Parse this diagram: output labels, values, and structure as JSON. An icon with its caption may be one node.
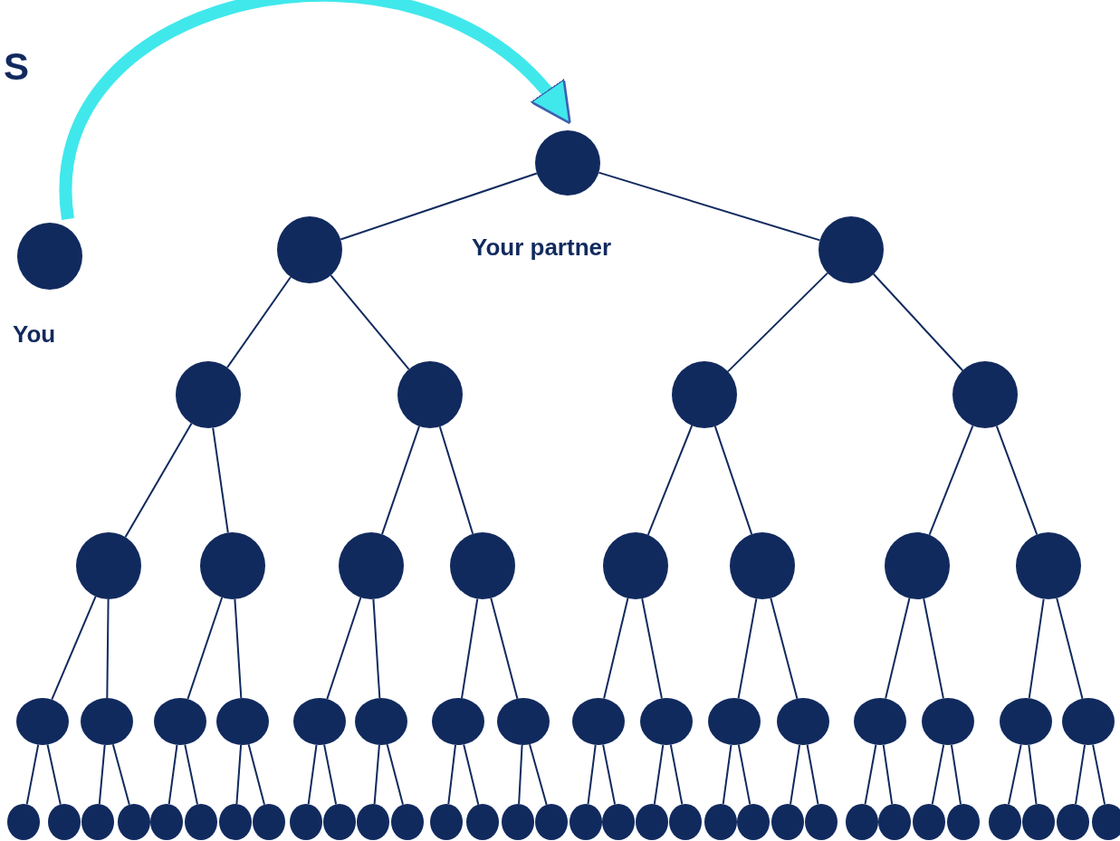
{
  "diagram": {
    "nodes": [
      {
        "text": [],
        "shape": "circle",
        "beside": [
          "Your partner"
        ]
      },
      {
        "text": [],
        "shape": "circle",
        "beside": [
          "You"
        ]
      },
      {
        "text": [],
        "shape": "circle"
      },
      {
        "text": [],
        "shape": "circle"
      },
      {
        "text": [],
        "shape": "circle"
      },
      {
        "text": [],
        "shape": "circle"
      },
      {
        "text": [],
        "shape": "circle"
      },
      {
        "text": [],
        "shape": "circle"
      },
      {
        "text": [],
        "shape": "circle"
      },
      {
        "text": [],
        "shape": "circle"
      },
      {
        "text": [],
        "shape": "circle"
      },
      {
        "text": [],
        "shape": "circle"
      },
      {
        "text": [],
        "shape": "circle"
      },
      {
        "text": [],
        "shape": "circle"
      },
      {
        "text": [],
        "shape": "circle"
      },
      {
        "text": [],
        "shape": "circle"
      },
      {
        "text": [],
        "shape": "circle"
      },
      {
        "text": [],
        "shape": "circle"
      },
      {
        "text": [],
        "shape": "circle"
      },
      {
        "text": [],
        "shape": "circle"
      },
      {
        "text": [],
        "shape": "circle"
      },
      {
        "text": [],
        "shape": "circle"
      },
      {
        "text": [],
        "shape": "circle"
      },
      {
        "text": [],
        "shape": "circle"
      },
      {
        "text": [],
        "shape": "circle"
      },
      {
        "text": [],
        "shape": "circle"
      },
      {
        "text": [],
        "shape": "circle"
      },
      {
        "text": [],
        "shape": "circle"
      },
      {
        "text": [],
        "shape": "circle"
      },
      {
        "text": [],
        "shape": "circle"
      },
      {
        "text": [],
        "shape": "circle"
      },
      {
        "text": [],
        "shape": "circle"
      },
      {
        "text": [],
        "shape": "circle"
      },
      {
        "text": [],
        "shape": "circle"
      },
      {
        "text": [],
        "shape": "circle"
      },
      {
        "text": [],
        "shape": "circle"
      },
      {
        "text": [],
        "shape": "circle"
      },
      {
        "text": [],
        "shape": "circle"
      },
      {
        "text": [],
        "shape": "circle"
      },
      {
        "text": [],
        "shape": "circle"
      },
      {
        "text": [],
        "shape": "circle"
      },
      {
        "text": [],
        "shape": "circle"
      },
      {
        "text": [],
        "shape": "circle"
      },
      {
        "text": [],
        "shape": "circle"
      },
      {
        "text": [],
        "shape": "circle"
      },
      {
        "text": [],
        "shape": "circle"
      },
      {
        "text": [],
        "shape": "circle"
      },
      {
        "text": [],
        "shape": "circle"
      },
      {
        "text": [],
        "shape": "circle"
      },
      {
        "text": [],
        "shape": "circle"
      },
      {
        "text": [],
        "shape": "circle"
      },
      {
        "text": [],
        "shape": "circle"
      },
      {
        "text": [],
        "shape": "circle"
      },
      {
        "text": [],
        "shape": "circle"
      },
      {
        "text": [],
        "shape": "circle"
      },
      {
        "text": [],
        "shape": "circle"
      },
      {
        "text": [],
        "shape": "circle"
      },
      {
        "text": [],
        "shape": "circle"
      },
      {
        "text": [],
        "shape": "circle"
      },
      {
        "text": [],
        "shape": "circle"
      },
      {
        "text": [],
        "shape": "circle"
      },
      {
        "text": [],
        "shape": "circle"
      },
      {
        "text": [],
        "shape": "circle"
      },
      {
        "text": [],
        "shape": "circle"
      }
    ],
    "edges": [
      {
        "from": 1,
        "to": 0,
        "arrow": "to",
        "style": "thick",
        "color": "#40e8ec"
      },
      {
        "from": 0,
        "to": 2,
        "arrow": "none"
      },
      {
        "from": 0,
        "to": 3,
        "arrow": "none"
      },
      {
        "from": 2,
        "to": 4,
        "arrow": "none"
      },
      {
        "from": 2,
        "to": 5,
        "arrow": "none"
      },
      {
        "from": 3,
        "to": 6,
        "arrow": "none"
      },
      {
        "from": 3,
        "to": 7,
        "arrow": "none"
      },
      {
        "from": 4,
        "to": 8,
        "arrow": "none"
      },
      {
        "from": 4,
        "to": 9,
        "arrow": "none"
      },
      {
        "from": 5,
        "to": 10,
        "arrow": "none"
      },
      {
        "from": 5,
        "to": 11,
        "arrow": "none"
      },
      {
        "from": 6,
        "to": 12,
        "arrow": "none"
      },
      {
        "from": 6,
        "to": 13,
        "arrow": "none"
      },
      {
        "from": 7,
        "to": 14,
        "arrow": "none"
      },
      {
        "from": 7,
        "to": 15,
        "arrow": "none"
      },
      {
        "from": 8,
        "to": 16,
        "arrow": "none"
      },
      {
        "from": 8,
        "to": 17,
        "arrow": "none"
      },
      {
        "from": 9,
        "to": 18,
        "arrow": "none"
      },
      {
        "from": 9,
        "to": 19,
        "arrow": "none"
      },
      {
        "from": 10,
        "to": 20,
        "arrow": "none"
      },
      {
        "from": 10,
        "to": 21,
        "arrow": "none"
      },
      {
        "from": 11,
        "to": 22,
        "arrow": "none"
      },
      {
        "from": 11,
        "to": 23,
        "arrow": "none"
      },
      {
        "from": 12,
        "to": 24,
        "arrow": "none"
      },
      {
        "from": 12,
        "to": 25,
        "arrow": "none"
      },
      {
        "from": 13,
        "to": 26,
        "arrow": "none"
      },
      {
        "from": 13,
        "to": 27,
        "arrow": "none"
      },
      {
        "from": 14,
        "to": 28,
        "arrow": "none"
      },
      {
        "from": 14,
        "to": 29,
        "arrow": "none"
      },
      {
        "from": 15,
        "to": 30,
        "arrow": "none"
      },
      {
        "from": 15,
        "to": 31,
        "arrow": "none"
      },
      {
        "from": 16,
        "to": 32,
        "arrow": "none"
      },
      {
        "from": 16,
        "to": 33,
        "arrow": "none"
      },
      {
        "from": 17,
        "to": 34,
        "arrow": "none"
      },
      {
        "from": 17,
        "to": 35,
        "arrow": "none"
      },
      {
        "from": 18,
        "to": 36,
        "arrow": "none"
      },
      {
        "from": 18,
        "to": 37,
        "arrow": "none"
      },
      {
        "from": 19,
        "to": 38,
        "arrow": "none"
      },
      {
        "from": 19,
        "to": 39,
        "arrow": "none"
      },
      {
        "from": 20,
        "to": 40,
        "arrow": "none"
      },
      {
        "from": 20,
        "to": 41,
        "arrow": "none"
      },
      {
        "from": 21,
        "to": 42,
        "arrow": "none"
      },
      {
        "from": 21,
        "to": 43,
        "arrow": "none"
      },
      {
        "from": 22,
        "to": 44,
        "arrow": "none"
      },
      {
        "from": 22,
        "to": 45,
        "arrow": "none"
      },
      {
        "from": 23,
        "to": 46,
        "arrow": "none"
      },
      {
        "from": 23,
        "to": 47,
        "arrow": "none"
      },
      {
        "from": 24,
        "to": 48,
        "arrow": "none"
      },
      {
        "from": 24,
        "to": 49,
        "arrow": "none"
      },
      {
        "from": 25,
        "to": 50,
        "arrow": "none"
      },
      {
        "from": 25,
        "to": 51,
        "arrow": "none"
      },
      {
        "from": 26,
        "to": 52,
        "arrow": "none"
      },
      {
        "from": 26,
        "to": 53,
        "arrow": "none"
      },
      {
        "from": 27,
        "to": 54,
        "arrow": "none"
      },
      {
        "from": 27,
        "to": 55,
        "arrow": "none"
      },
      {
        "from": 28,
        "to": 56,
        "arrow": "none"
      },
      {
        "from": 28,
        "to": 57,
        "arrow": "none"
      },
      {
        "from": 29,
        "to": 58,
        "arrow": "none"
      },
      {
        "from": 29,
        "to": 59,
        "arrow": "none"
      },
      {
        "from": 30,
        "to": 60,
        "arrow": "none"
      },
      {
        "from": 30,
        "to": 61,
        "arrow": "none"
      },
      {
        "from": 31,
        "to": 62,
        "arrow": "none"
      },
      {
        "from": 31,
        "to": 63,
        "arrow": "none"
      }
    ],
    "labels": [
      "S"
    ]
  }
}
